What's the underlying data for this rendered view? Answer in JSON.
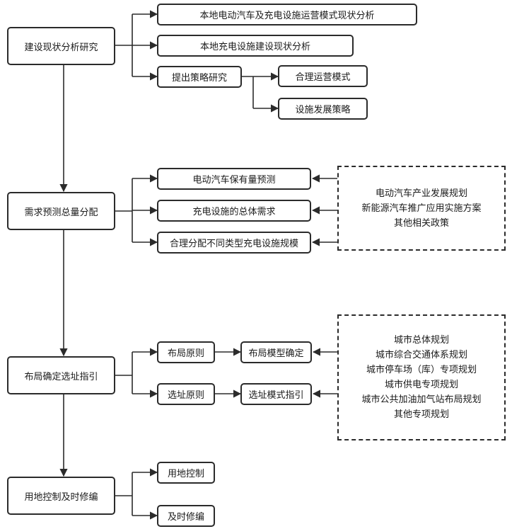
{
  "main_steps": [
    "建设现状分析研究",
    "需求预测总量分配",
    "布局确定选址指引",
    "用地控制及时修编"
  ],
  "status_analysis": {
    "items": [
      "本地电动汽车及充电设施运营模式现状分析",
      "本地充电设施建设现状分析",
      "提出策略研究"
    ],
    "strategy_sub": [
      "合理运营模式",
      "设施发展策略"
    ]
  },
  "demand": {
    "items": [
      "电动汽车保有量预测",
      "充电设施的总体需求",
      "合理分配不同类型充电设施规模"
    ],
    "inputs": [
      "电动汽车产业发展规划",
      "新能源汽车推广应用实施方案",
      "其他相关政策"
    ]
  },
  "layout": {
    "principles": [
      "布局原则",
      "选址原则"
    ],
    "results": [
      "布局模型确定",
      "选址模式指引"
    ],
    "inputs": [
      "城市总体规划",
      "城市综合交通体系规划",
      "城市停车场（库）专项规划",
      "城市供电专项规划",
      "城市公共加油加气站布局规划",
      "其他专项规划"
    ]
  },
  "land_control": {
    "items": [
      "用地控制",
      "及时修编"
    ]
  },
  "colors": {
    "line": "#2b2b2b",
    "text": "#1a1a1a"
  }
}
